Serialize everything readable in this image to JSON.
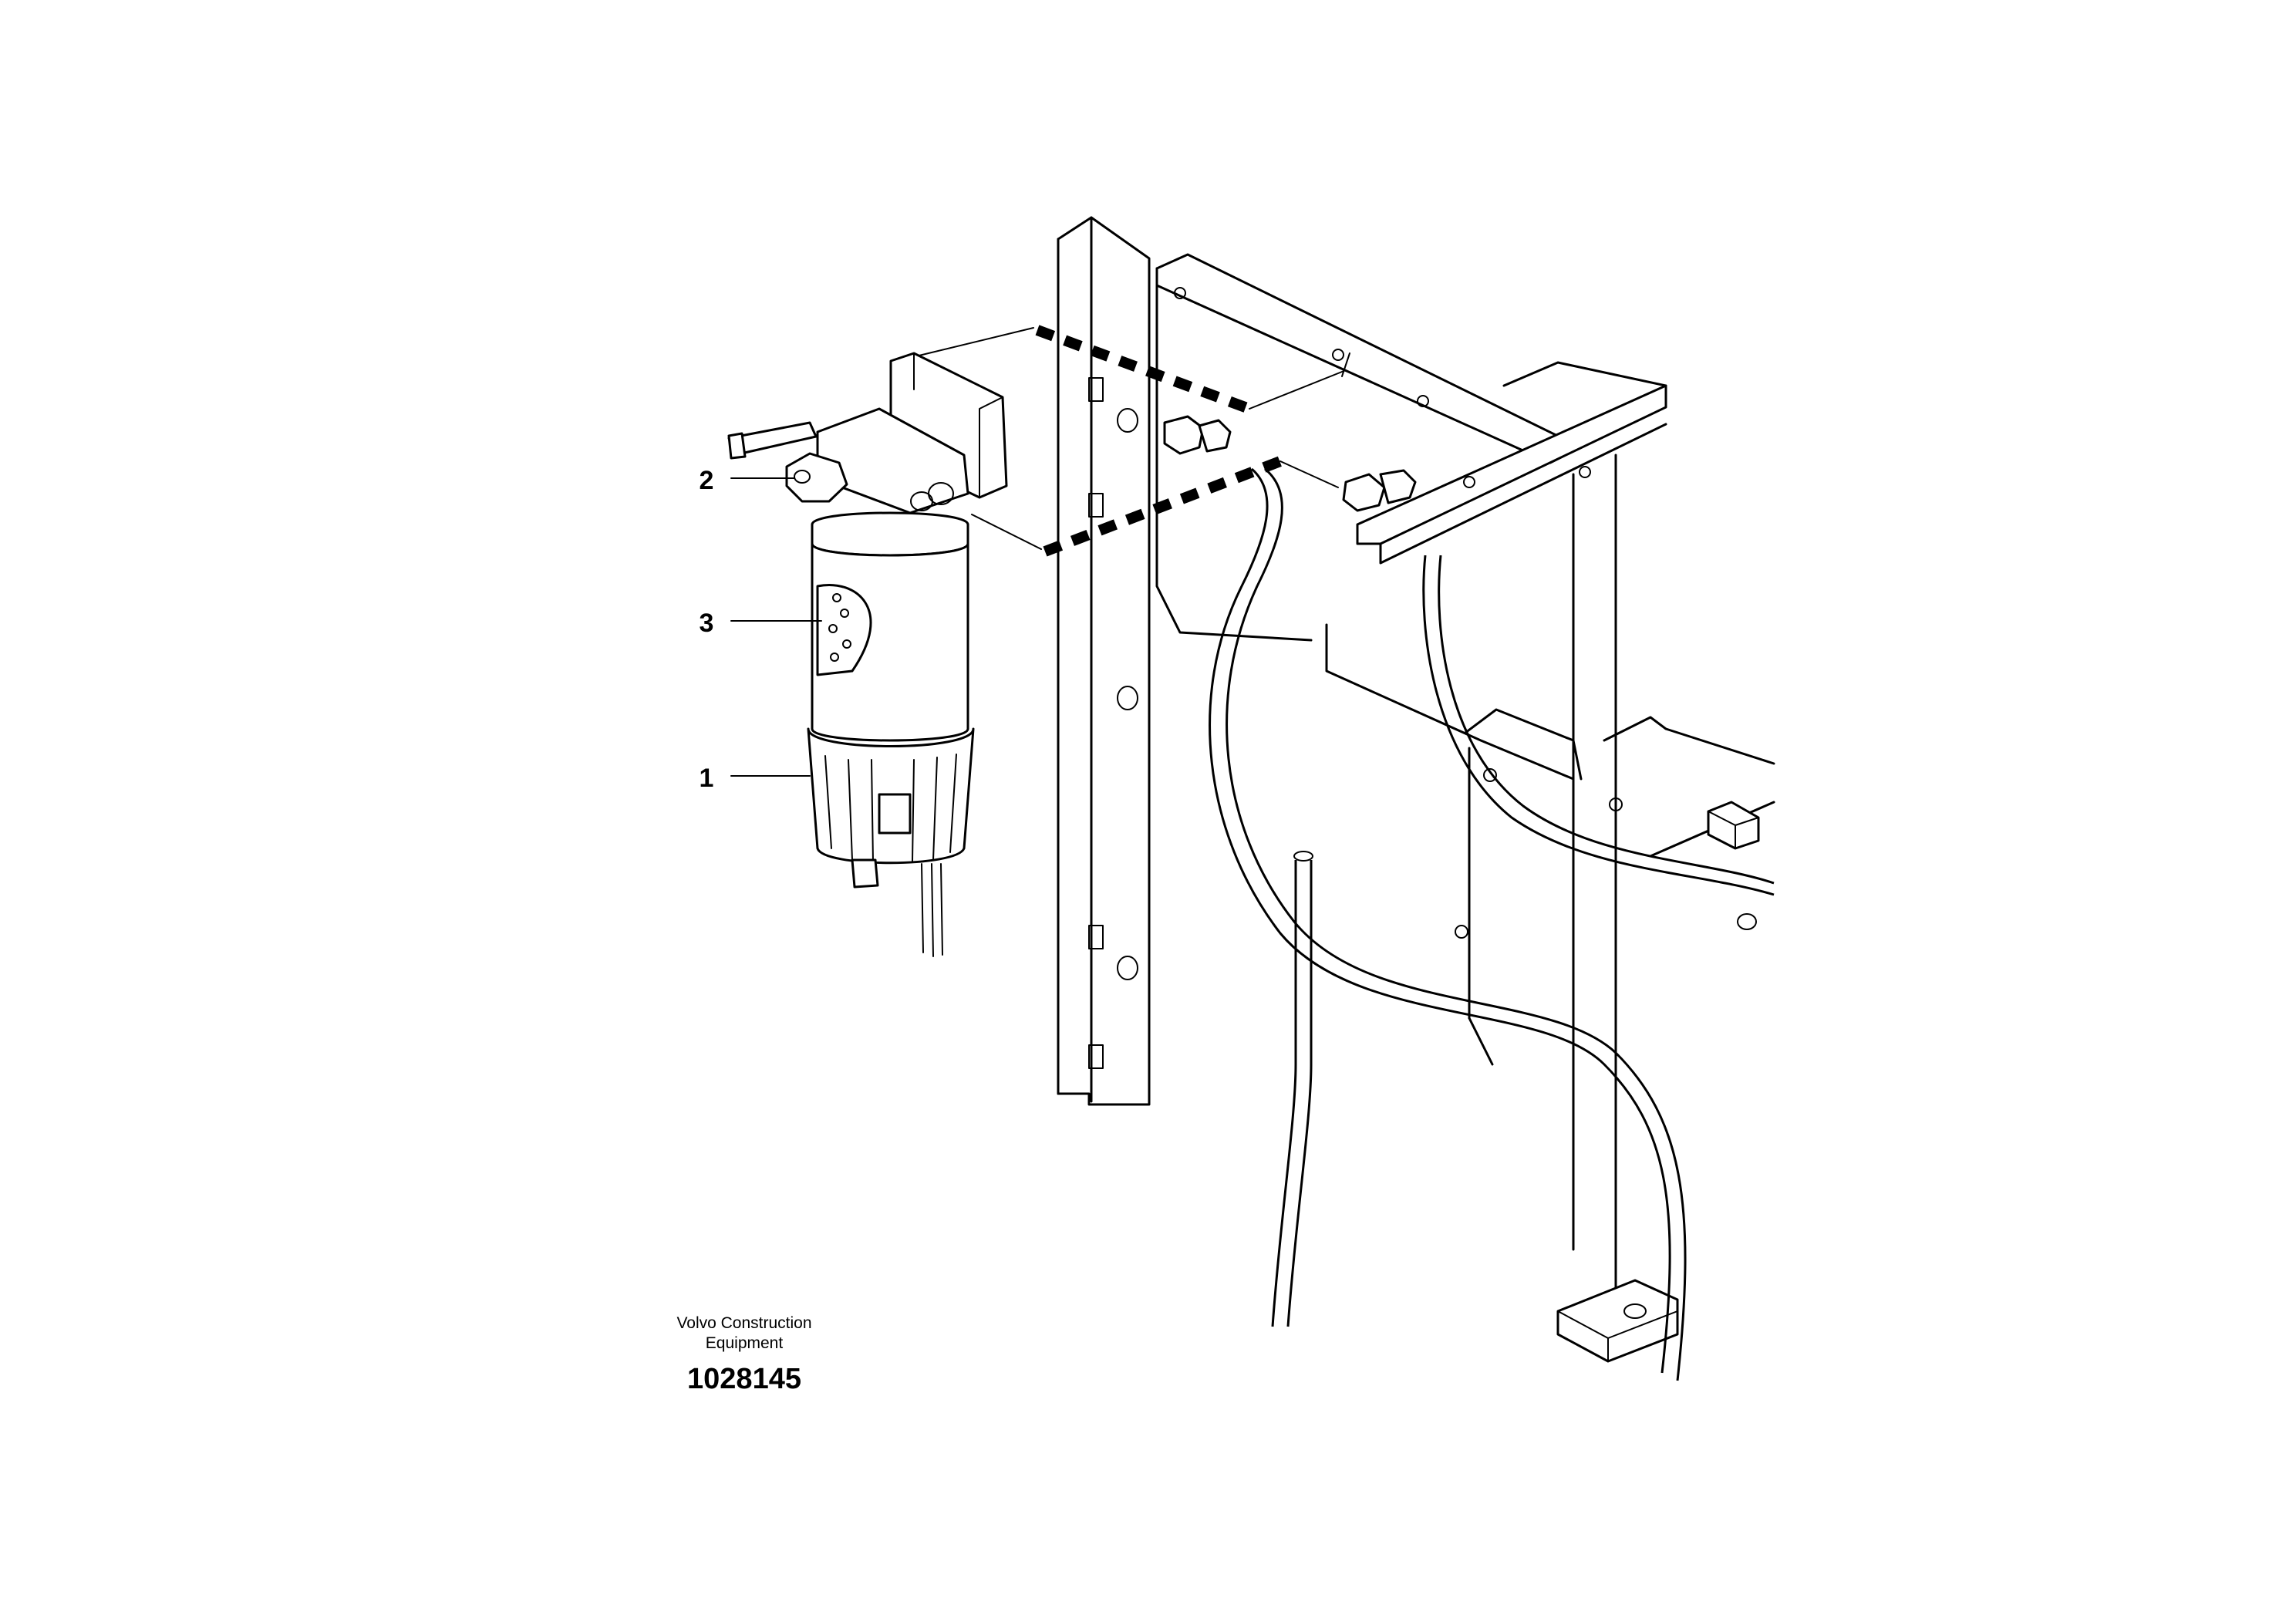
{
  "callouts": [
    {
      "label": "1"
    },
    {
      "label": "2"
    },
    {
      "label": "3"
    }
  ],
  "credit": {
    "line1": "Volvo Construction",
    "line2": "Equipment"
  },
  "figure_code": "1028145"
}
